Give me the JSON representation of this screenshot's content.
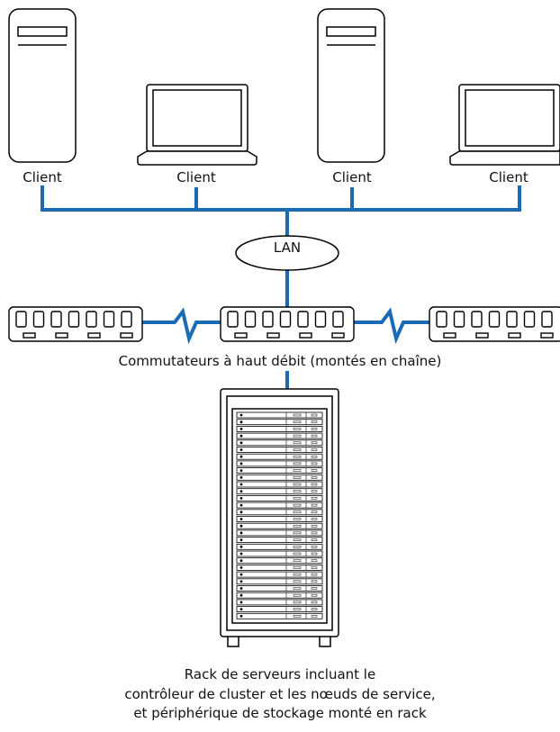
{
  "clients": [
    {
      "type": "tower",
      "label": "Client"
    },
    {
      "type": "laptop",
      "label": "Client"
    },
    {
      "type": "tower",
      "label": "Client"
    },
    {
      "type": "laptop",
      "label": "Client"
    }
  ],
  "lan": {
    "label": "LAN"
  },
  "switches": {
    "label": "Commutateurs à haut débit (montés en chaîne)"
  },
  "rack": {
    "caption_lines": [
      "Rack de serveurs incluant le",
      "contrôleur de cluster et les nœuds de service,",
      "et périphérique de stockage monté en rack"
    ]
  },
  "colors": {
    "link": "#1a6bb5",
    "outline": "#000000",
    "fill": "#ffffff"
  }
}
